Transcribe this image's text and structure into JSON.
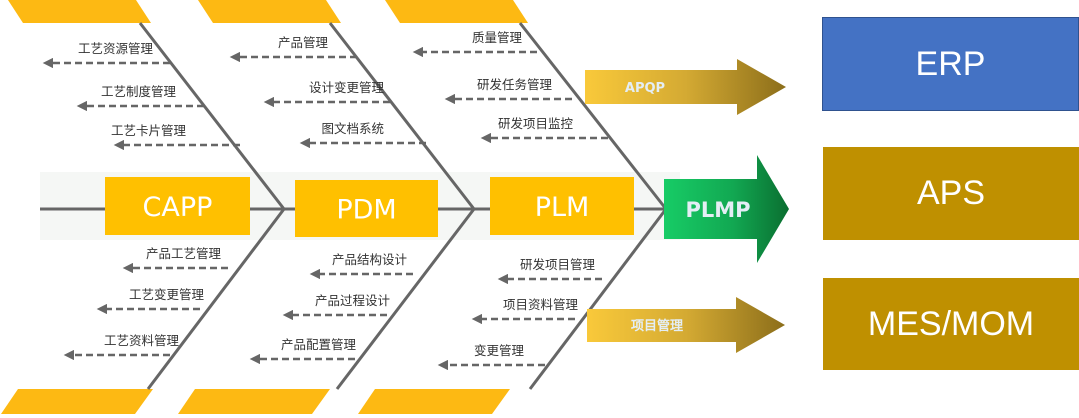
{
  "colors": {
    "bar_yellow": "#FDB913",
    "box_yellow": "#FFC000",
    "spine": "#666666",
    "band": "#F5F7F5",
    "plmp_green_start": "#17CC66",
    "plmp_green_end": "#0A6E30",
    "gold_arrow_start": "#F9C93A",
    "gold_arrow_end": "#8C6E1A",
    "erp_blue": "#4472C4",
    "aps_gold": "#BF9000",
    "mes_gold": "#BF9000",
    "arrow_text": "#E4EEF5",
    "label_text": "#333333"
  },
  "stages": [
    {
      "name": "CAPP",
      "top_items": [
        "工艺资源管理",
        "工艺制度管理",
        "工艺卡片管理"
      ],
      "bottom_items": [
        "产品工艺管理",
        "工艺变更管理",
        "工艺资料管理"
      ]
    },
    {
      "name": "PDM",
      "top_items": [
        "产品管理",
        "设计变更管理",
        "图文档系统"
      ],
      "bottom_items": [
        "产品结构设计",
        "产品过程设计",
        "产品配置管理"
      ]
    },
    {
      "name": "PLM",
      "top_items": [
        "质量管理",
        "研发任务管理",
        "研发项目监控"
      ],
      "bottom_items": [
        "研发项目管理",
        "项目资料管理",
        "变更管理"
      ]
    }
  ],
  "head": {
    "label": "PLMP"
  },
  "side_arrows": {
    "top": {
      "label": "APQP"
    },
    "bottom": {
      "label": "项目管理"
    }
  },
  "systems": [
    {
      "label": "ERP",
      "color_key": "erp_blue"
    },
    {
      "label": "APS",
      "color_key": "aps_gold"
    },
    {
      "label": "MES/MOM",
      "color_key": "mes_gold"
    }
  ]
}
